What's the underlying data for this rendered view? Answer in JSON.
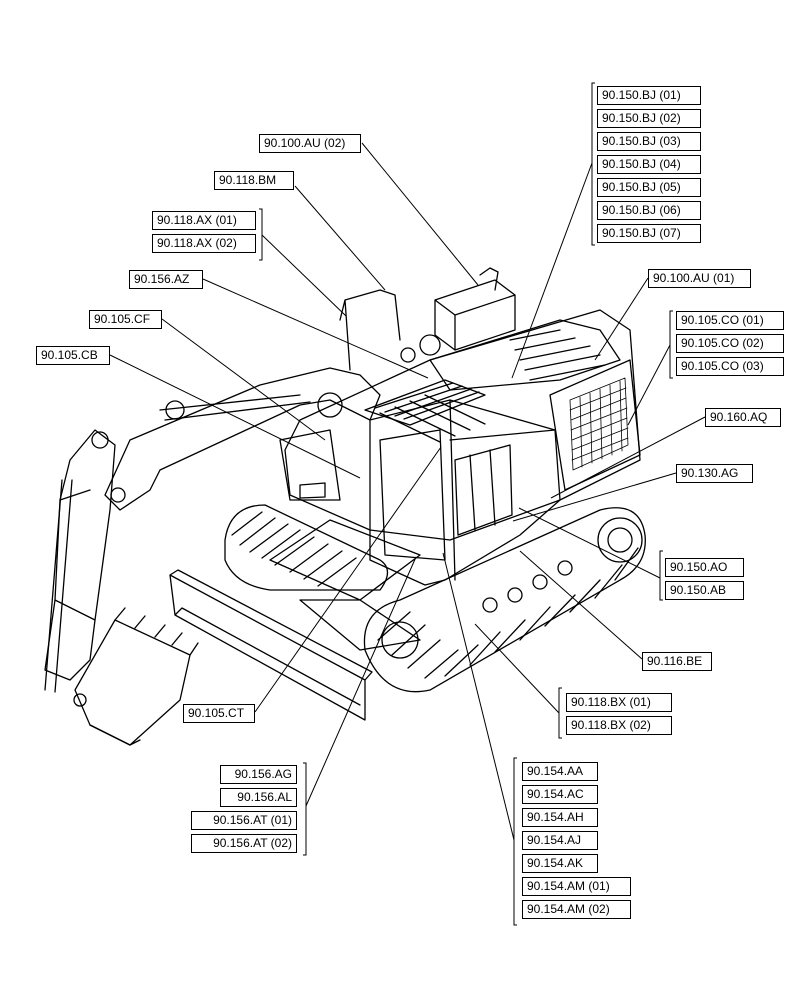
{
  "diagram": {
    "labels": {
      "bj01": "90.150.BJ (01)",
      "bj02": "90.150.BJ (02)",
      "bj03": "90.150.BJ (03)",
      "bj04": "90.150.BJ (04)",
      "bj05": "90.150.BJ (05)",
      "bj06": "90.150.BJ (06)",
      "bj07": "90.150.BJ (07)",
      "au02": "90.100.AU (02)",
      "bm": "90.118.BM",
      "ax01": "90.118.AX (01)",
      "ax02": "90.118.AX (02)",
      "az": "90.156.AZ",
      "au01": "90.100.AU (01)",
      "cf": "90.105.CF",
      "co01": "90.105.CO (01)",
      "co02": "90.105.CO (02)",
      "co03": "90.105.CO (03)",
      "cb": "90.105.CB",
      "aq": "90.160.AQ",
      "ag130": "90.130.AG",
      "ao": "90.150.AO",
      "ab": "90.150.AB",
      "be": "90.116.BE",
      "bx01": "90.118.BX (01)",
      "bx02": "90.118.BX (02)",
      "ct": "90.105.CT",
      "ag156": "90.156.AG",
      "al": "90.156.AL",
      "at01": "90.156.AT (01)",
      "at02": "90.156.AT (02)",
      "aa": "90.154.AA",
      "ac": "90.154.AC",
      "ah": "90.154.AH",
      "aj": "90.154.AJ",
      "ak": "90.154.AK",
      "am01": "90.154.AM (01)",
      "am02": "90.154.AM (02)"
    }
  }
}
